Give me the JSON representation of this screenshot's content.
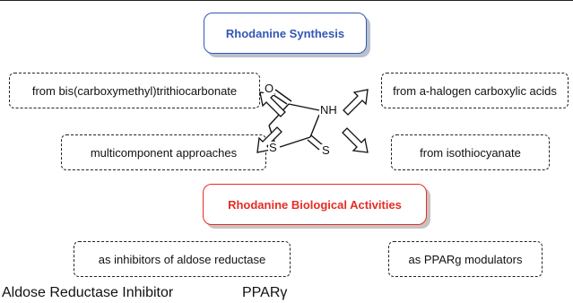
{
  "header": {
    "synthesis_title": "Rhodanine Synthesis",
    "bio_title": "Rhodanine Biological Activities"
  },
  "synthesis_routes": [
    "from bis(carboxymethyl)trithiocarbonate",
    "from a-halogen carboxylic acids",
    "multicomponent approaches",
    "from isothiocyanate"
  ],
  "activities": [
    "as inhibitors of aldose reductase",
    "as PPARg modulators"
  ],
  "captions": [
    "Aldose Reductase Inhibitor",
    "PPARγ"
  ],
  "molecule": {
    "atoms": {
      "oxygen": "O",
      "nitrogen": "NH",
      "ring_sulfur": "S",
      "thione_sulfur": "S"
    }
  },
  "colors": {
    "synthesis_accent": "#3457b5",
    "bio_accent": "#e52d24"
  }
}
